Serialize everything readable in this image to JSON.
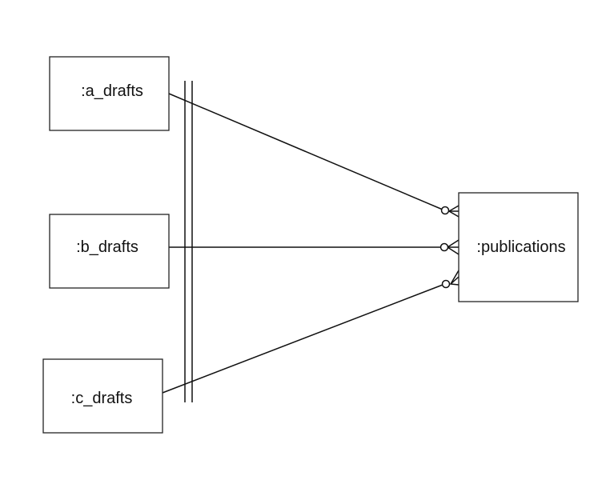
{
  "entities": {
    "a_drafts": {
      "label": ":a_drafts"
    },
    "b_drafts": {
      "label": ":b_drafts"
    },
    "c_drafts": {
      "label": ":c_drafts"
    },
    "publications": {
      "label": ":publications"
    }
  },
  "relationships": [
    {
      "from": ":a_drafts",
      "to": ":publications",
      "target_end": "zero-or-many"
    },
    {
      "from": ":b_drafts",
      "to": ":publications",
      "target_end": "zero-or-many"
    },
    {
      "from": ":c_drafts",
      "to": ":publications",
      "target_end": "zero-or-many"
    }
  ]
}
